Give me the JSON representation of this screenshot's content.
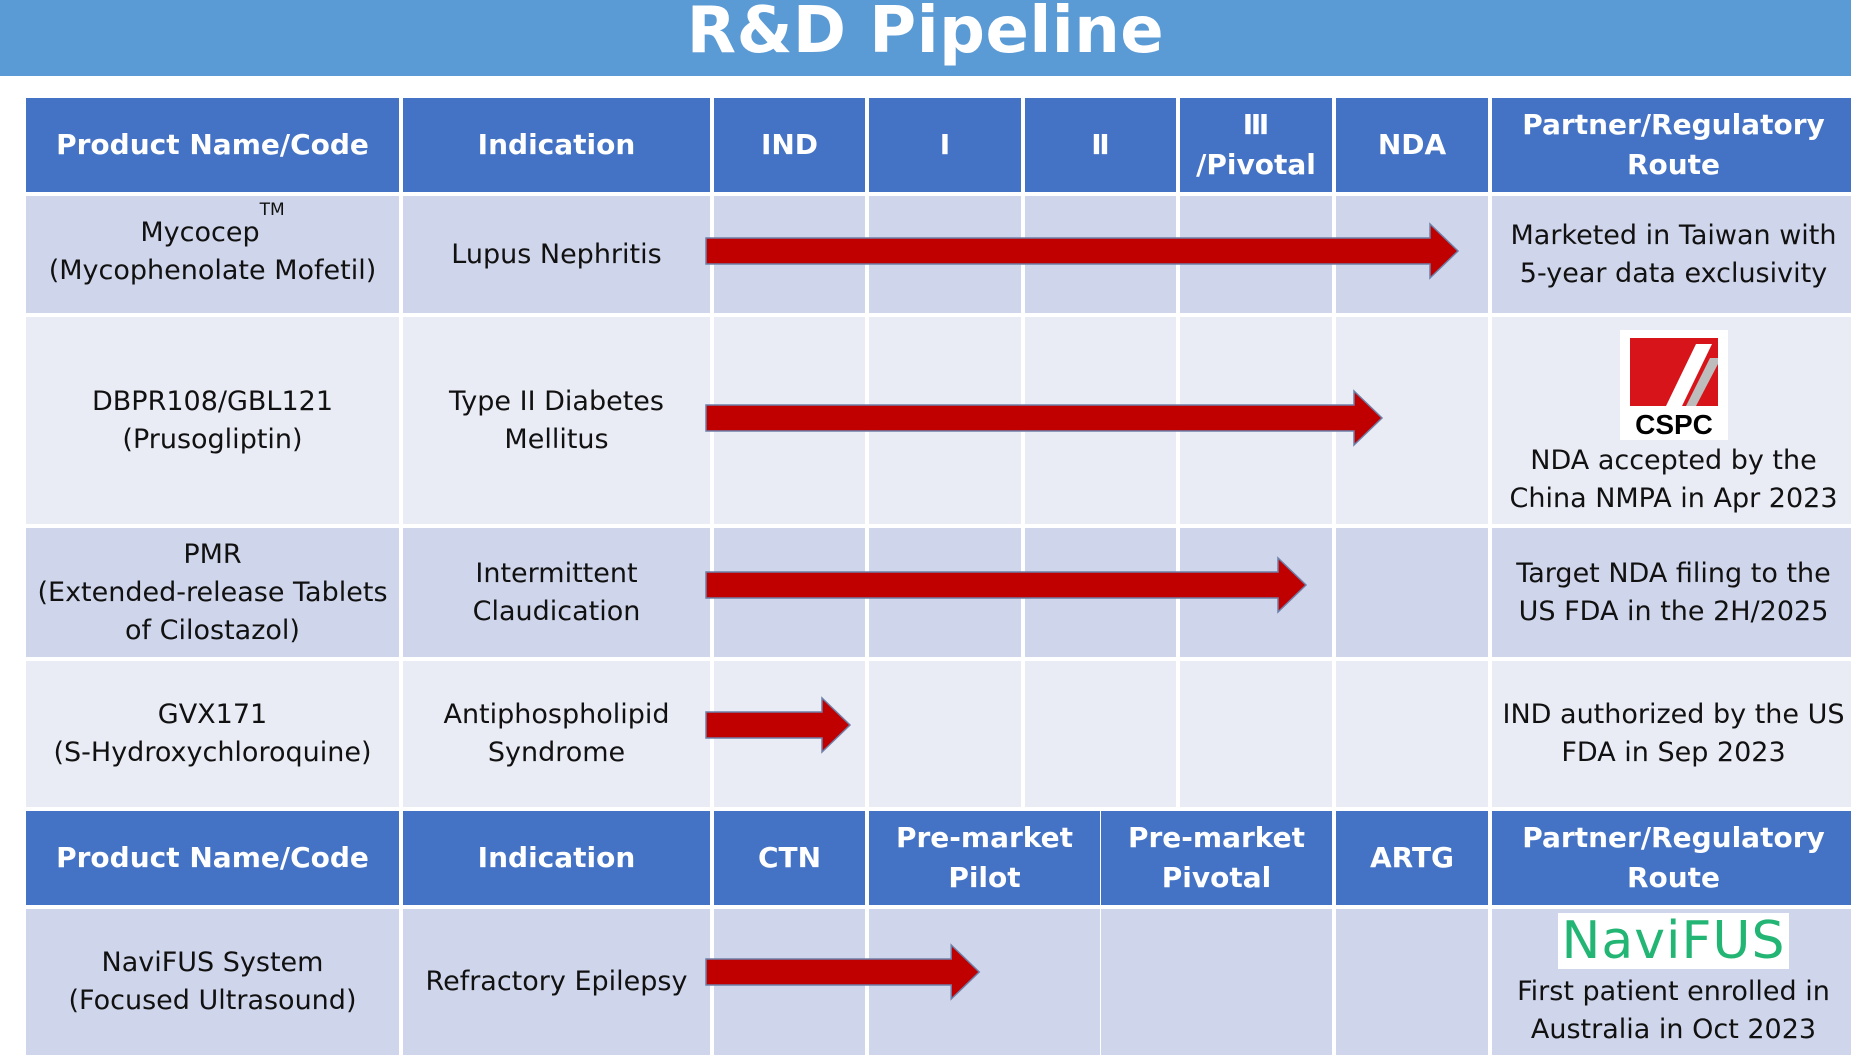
{
  "title": "R&D Pipeline",
  "colors": {
    "title_bar": "#5b9bd5",
    "header": "#4472c4",
    "row_dark": "#cfd5ea",
    "row_light": "#e9ebf5",
    "arrow": "#c00000"
  },
  "table1": {
    "headers": {
      "product": "Product Name/Code",
      "indication": "Indication",
      "stages": [
        "IND",
        "Ⅰ",
        "Ⅱ",
        "Ⅲ\n/Pivotal",
        "NDA"
      ],
      "route": "Partner/Regulatory\nRoute"
    },
    "rows": [
      {
        "product": "Mycocep",
        "product_sup": "TM",
        "product_sub": "(Mycophenolate Mofetil)",
        "indication": "Lupus Nephritis",
        "progress_stages": 5,
        "route": "Marketed in Taiwan with\n5-year data exclusivity"
      },
      {
        "product": "DBPR108/GBL121\n(Prusogliptin)",
        "indication": "Type II Diabetes\nMellitus",
        "progress_stages": 4.5,
        "partner_logo": "CSPC",
        "route": "NDA accepted by the\nChina NMPA in Apr 2023"
      },
      {
        "product": "PMR\n(Extended-release Tablets\nof Cilostazol)",
        "indication": "Intermittent\nClaudication",
        "progress_stages": 4,
        "route": "Target NDA filing to the\nUS FDA in the 2H/2025"
      },
      {
        "product": "GVX171\n(S-Hydroxychloroquine)",
        "indication": "Antiphospholipid\nSyndrome",
        "progress_stages": 1,
        "route": "IND authorized by the US\nFDA in Sep 2023"
      }
    ]
  },
  "table2": {
    "headers": {
      "product": "Product Name/Code",
      "indication": "Indication",
      "stages": [
        "CTN",
        "Pre-market\nPilot",
        "Pre-market\nPivotal",
        "ARTG"
      ],
      "route": "Partner/Regulatory\nRoute"
    },
    "rows": [
      {
        "product": "NaviFUS System\n(Focused Ultrasound)",
        "indication": "Refractory Epilepsy",
        "progress_stages": 1.85,
        "partner_logo": "NaviFUS",
        "route": "First patient enrolled in\nAustralia in Oct 2023"
      }
    ]
  }
}
